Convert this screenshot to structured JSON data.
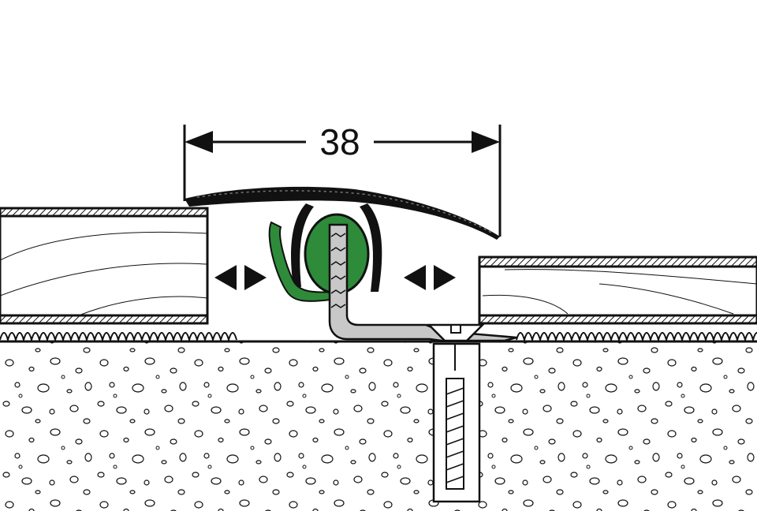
{
  "dimension": {
    "value": "38"
  },
  "colors": {
    "line": "#111111",
    "clip_green": "#2e8b3a",
    "anchor_grey": "#c8c8c8",
    "background": "#ffffff"
  },
  "icons": {
    "arrow_pair_left": "double-arrow-horizontal",
    "arrow_pair_right": "double-arrow-horizontal"
  }
}
